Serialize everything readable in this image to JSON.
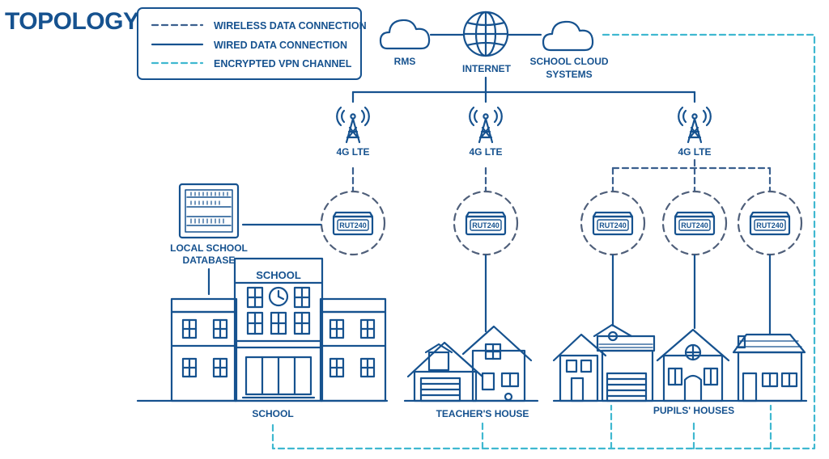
{
  "title": "TOPOLOGY",
  "legend": [
    {
      "style": "wireless",
      "label": "WIRELESS DATA CONNECTION"
    },
    {
      "style": "wired",
      "label": "WIRED DATA CONNECTION"
    },
    {
      "style": "vpn",
      "label": "ENCRYPTED VPN CHANNEL"
    }
  ],
  "cloud": {
    "rms": "RMS",
    "internet": "INTERNET",
    "school_cloud_line1": "SCHOOL CLOUD",
    "school_cloud_line2": "SYSTEMS"
  },
  "towers": [
    "4G LTE",
    "4G LTE",
    "4G LTE"
  ],
  "device_label": "RUT240",
  "database_line1": "LOCAL SCHOOL",
  "database_line2": "DATABASE",
  "school_sign": "SCHOOL",
  "sites": {
    "school": "SCHOOL",
    "teacher": "TEACHER'S HOUSE",
    "pupils": "PUPILS' HOUSES"
  },
  "colors": {
    "primary": "#16528f",
    "wireless": "#3a5f8e",
    "vpn": "#3fb8d0",
    "bg": "#ffffff"
  }
}
